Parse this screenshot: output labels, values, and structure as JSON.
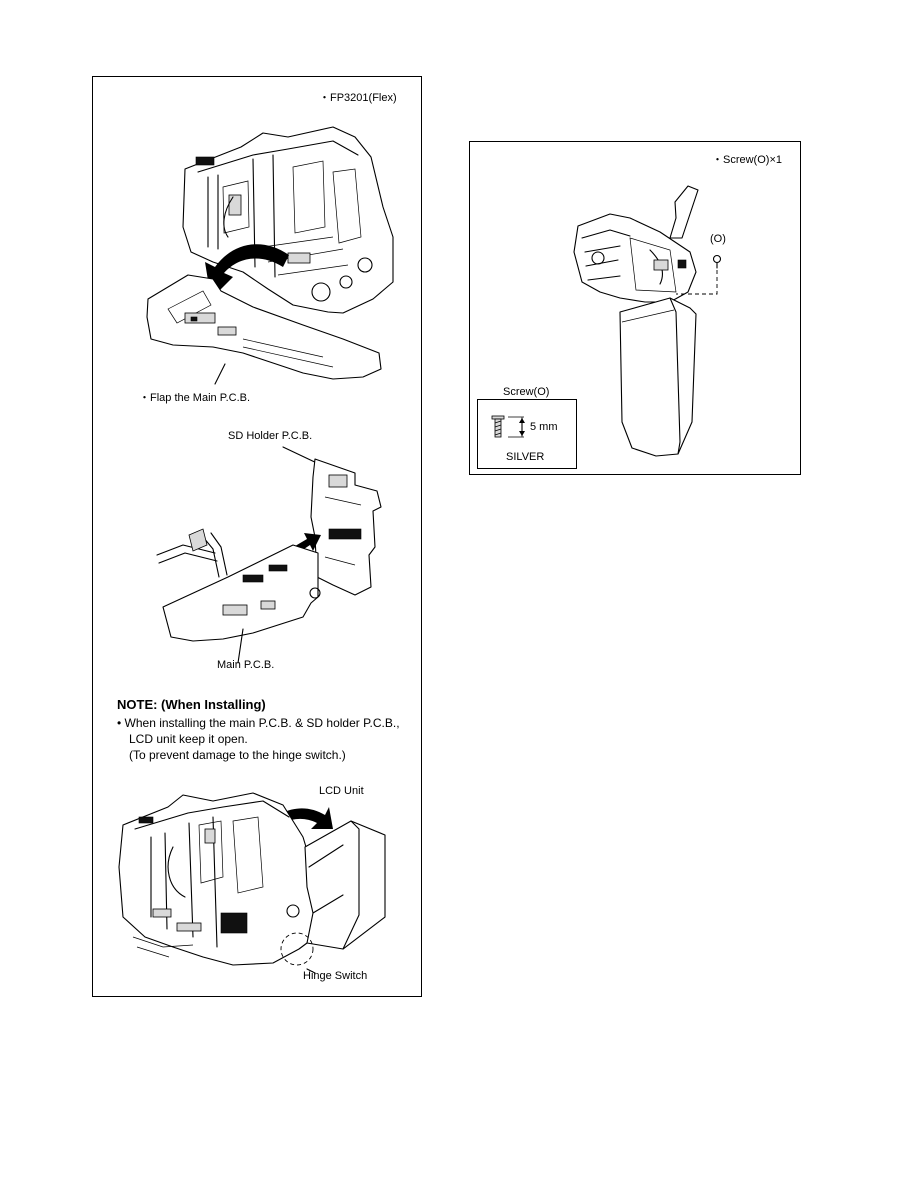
{
  "left_panel": {
    "flex_label": "・FP3201(Flex)",
    "flap_label": "・Flap the Main P.C.B.",
    "sd_holder_label": "SD Holder P.C.B.",
    "main_pcb_label": "Main P.C.B.",
    "note": {
      "title": "NOTE: (When Installing)",
      "line1": "• When installing the main P.C.B. & SD holder P.C.B.,",
      "line2": "LCD unit keep it open.",
      "line3": "(To prevent damage to the hinge switch.)"
    },
    "lcd_unit_label": "LCD Unit",
    "hinge_switch_label": "Hinge Switch"
  },
  "right_panel": {
    "screw_count_label": "・Screw(O)×1",
    "screw_callout": "(O)",
    "screw_box": {
      "title": "Screw(O)",
      "length": "5 mm",
      "color": "SILVER"
    }
  }
}
